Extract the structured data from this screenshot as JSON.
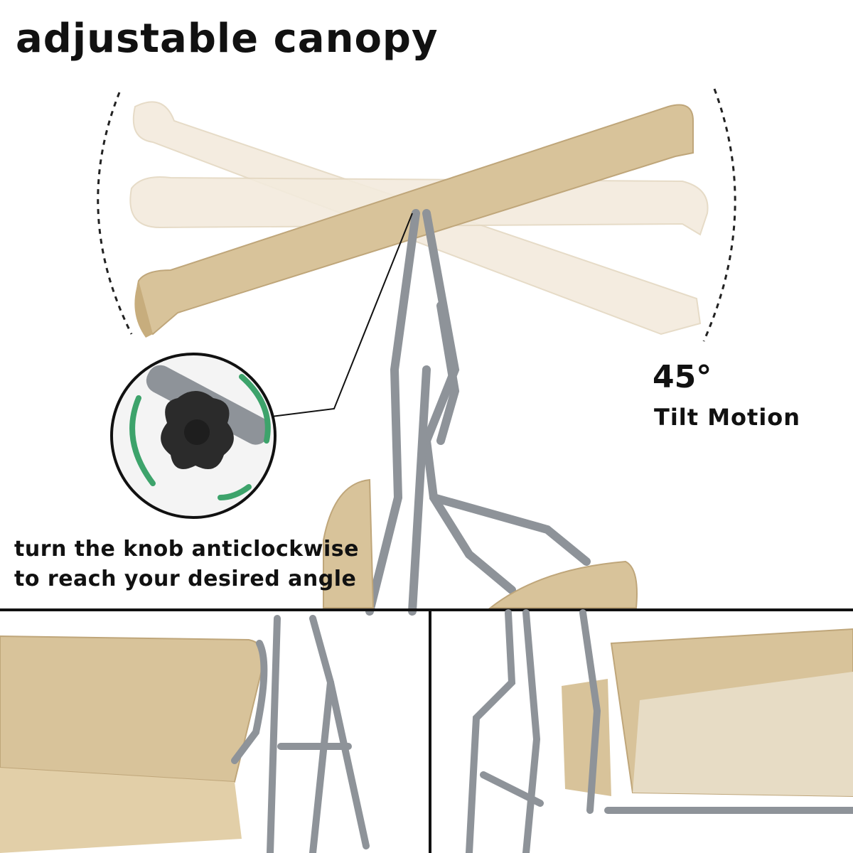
{
  "heading": "adjustable canopy",
  "tilt": {
    "angle": "45°",
    "label": "Tilt  Motion"
  },
  "instructions": {
    "line1": "turn the knob anticlockwise",
    "line2": "to reach your desired angle"
  },
  "colors": {
    "canopy_beige": "#d8c39a",
    "canopy_light": "#f3ebdd",
    "frame_gray": "#8e9399",
    "arrow_green": "#3da36b"
  },
  "icons": [
    "knob-icon",
    "rotate-arrows-icon"
  ]
}
